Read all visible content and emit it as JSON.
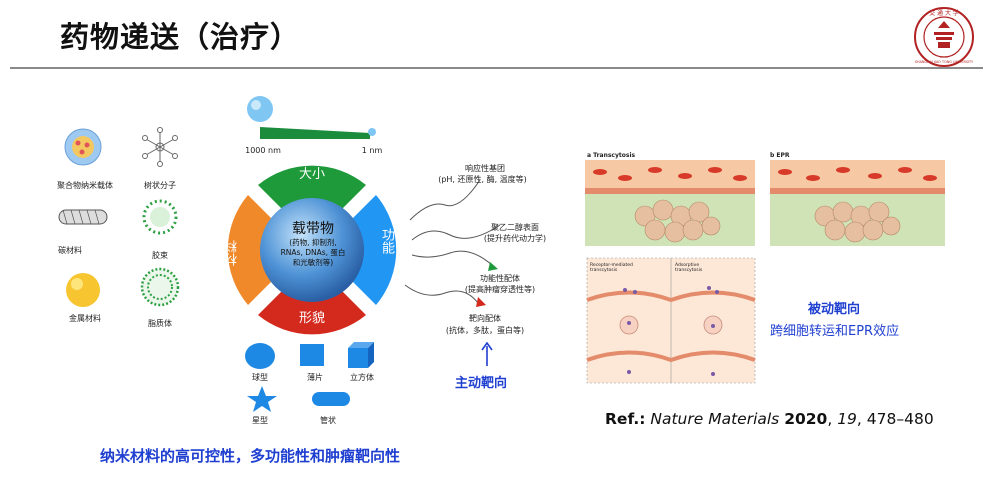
{
  "header": {
    "title": "药物递送（治疗）"
  },
  "logo": {
    "text_top": "交 通 大 学",
    "text_bottom": "SHANGHAI JIAO TONG UNIVERSITY"
  },
  "nanocarriers": [
    {
      "label": "聚合物纳米载体"
    },
    {
      "label": "树状分子"
    },
    {
      "label": "碳材料"
    },
    {
      "label": "胶束"
    },
    {
      "label": "金属材料"
    },
    {
      "label": "脂质体"
    }
  ],
  "size_scale": {
    "left": "1000 nm",
    "right": "1 nm"
  },
  "wheel": {
    "top": "大小",
    "left": "材料",
    "right": "功能",
    "bottom": "形貌",
    "center_title": "载带物",
    "center_lines": [
      "(药物, 抑制剂,",
      "RNAs, DNAs, 蛋白",
      "和光敏剂等)"
    ]
  },
  "functions": [
    {
      "title": "响应性基团",
      "desc": "(pH, 还原性, 酶, 温度等)"
    },
    {
      "title": "聚乙二醇表面",
      "desc": "(提升药代动力学)"
    },
    {
      "title": "功能性配体",
      "desc": "(提高肿瘤穿透性等)"
    },
    {
      "title": "靶向配体",
      "desc": "(抗体，多肽，蛋白等)"
    }
  ],
  "shapes": [
    {
      "label": "球型"
    },
    {
      "label": "薄片"
    },
    {
      "label": "立方体"
    },
    {
      "label": "星型"
    },
    {
      "label": "管状"
    }
  ],
  "active_targeting": "主动靶向",
  "passive_targeting": {
    "title": "被动靶向",
    "subtitle": "跨细胞转运和EPR效应"
  },
  "figure": {
    "panel_a": "a Transcytosis",
    "panel_b": "b EPR",
    "inset_left": [
      "Receptor-mediated",
      "transcytosis"
    ],
    "inset_right": [
      "Adsorptive",
      "transcytosis"
    ]
  },
  "caption": "纳米材料的高可控性，多功能性和肿瘤靶向性",
  "reference": {
    "prefix": "Ref.:",
    "journal": "Nature Materials",
    "year": "2020",
    "volume": "19",
    "pages": "478–480"
  },
  "colors": {
    "blue_text": "#1f3fd1",
    "green": "#1f9a3a",
    "orange": "#f0892a",
    "sky": "#2196f3",
    "red": "#d42a1e"
  }
}
